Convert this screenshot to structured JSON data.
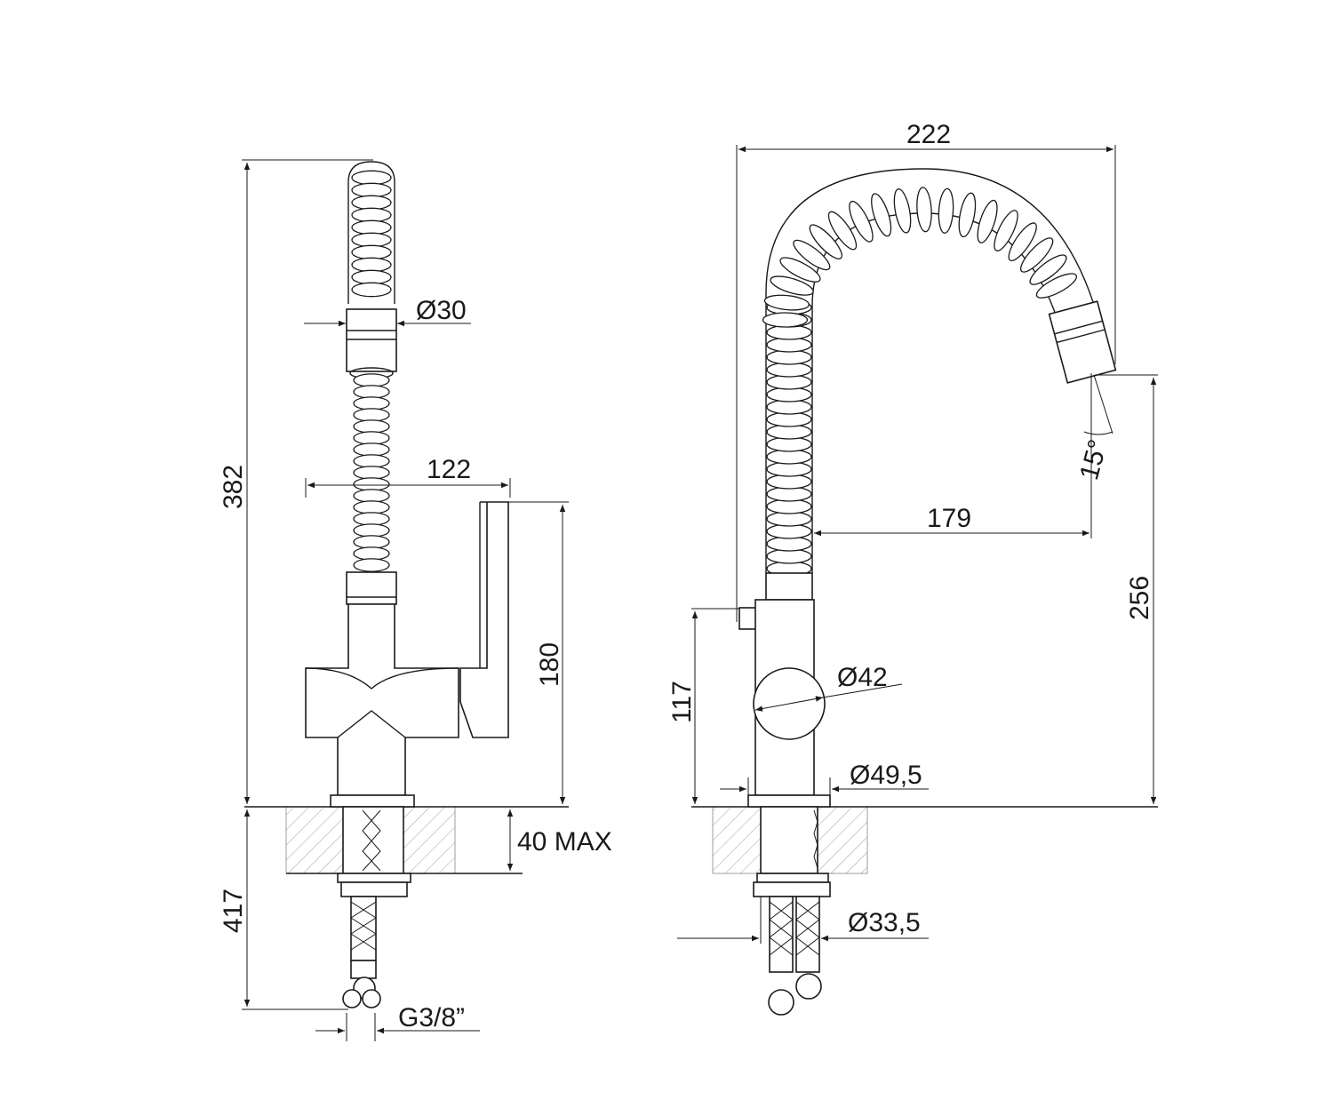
{
  "drawing": {
    "side_view": {
      "total_height": "382",
      "body_width": "122",
      "spray_diameter": "Ø30",
      "lever_height": "180",
      "deck_thickness": "40 MAX",
      "below_deck": "417",
      "connection": "G3/8”"
    },
    "front_view": {
      "reach_width": "222",
      "spout_reach": "179",
      "spout_angle": "15°",
      "spout_height": "256",
      "handle_height": "117",
      "handle_diameter": "Ø42",
      "base_diameter": "Ø49,5",
      "shank_diameter": "Ø33,5"
    }
  },
  "colors": {
    "line": "#1a1a1a",
    "hatch": "#888888",
    "background": "#ffffff"
  }
}
